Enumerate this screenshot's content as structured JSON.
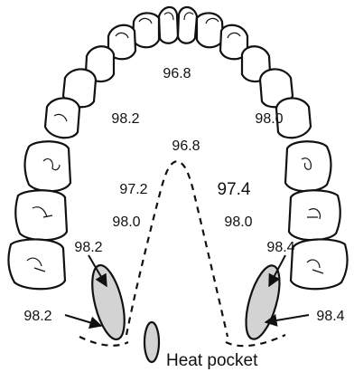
{
  "diagram": {
    "temperatures": {
      "arch_front": "96.8",
      "arch_left_upper": "98.2",
      "arch_right_upper": "98.0",
      "palate_top": "96.8",
      "palate_left_upper": "97.2",
      "palate_right_upper": "97.4",
      "palate_left_lower": "98.0",
      "palate_right_lower": "98.0",
      "left_pocket_upper": "98.2",
      "left_pocket_lower": "98.2",
      "right_pocket_upper": "98.4",
      "right_pocket_lower": "98.4"
    },
    "heat_pocket_label": "Heat pocket",
    "colors": {
      "outline": "#111111",
      "heat_pocket_fill": "#d3d3d3",
      "background": "#ffffff"
    }
  }
}
